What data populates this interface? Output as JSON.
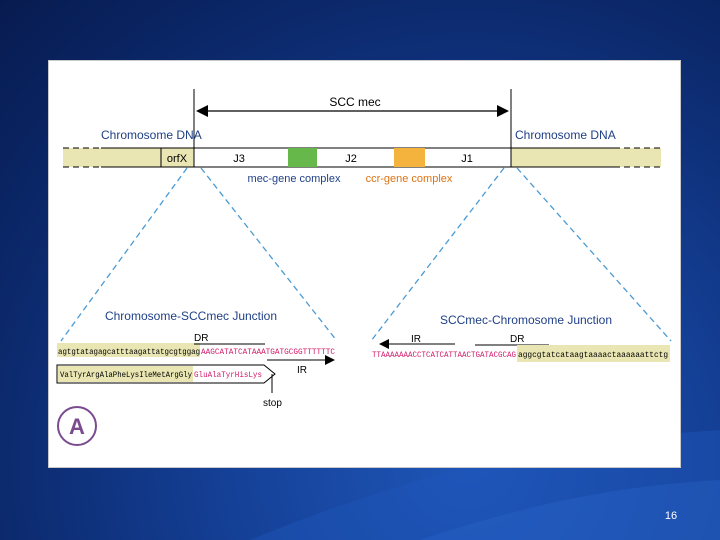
{
  "figure": {
    "title": "SCC mec",
    "chromosome_left": "Chromosome DNA",
    "chromosome_right": "Chromosome DNA",
    "orfx": "orfX",
    "j3": "J3",
    "j2": "J2",
    "j1": "J1",
    "mec_complex": "mec-gene complex",
    "ccr_complex": "ccr-gene complex",
    "left_junction_title": "Chromosome-SCCmec Junction",
    "right_junction_title": "SCCmec-Chromosome Junction",
    "left_dr": "DR",
    "left_ir": "IR",
    "right_ir": "IR",
    "right_dr": "DR",
    "left_seq_chromosome": "agtgtatagagcatttaagattatgcgtggag",
    "left_seq_scc": "AAGCATATCATAAATGATGCGGTTTTTTC",
    "right_seq_scc": "TTAAAAAAACCTCATCATTAACTGATACGCAG",
    "right_seq_chromosome": "aggcgtatcataagtaaaactaaaaaattctg",
    "protein_chromosome": "ValTyrArgAlaPheLysIleMetArgGly",
    "protein_scc": "GluAlaTyrHisLys",
    "stop_label": "stop",
    "panel_label": "A",
    "colors": {
      "chromosome_band": "#e9e6b4",
      "mec_box": "#67b84a",
      "ccr_box": "#f3b33d",
      "scc_text": "#d2196a",
      "label_blue": "#1f3f86",
      "label_orange": "#dd7312",
      "dashed": "#4a9ad4",
      "circle": "#7a4b8f"
    }
  },
  "slide": {
    "page_number": "16"
  }
}
